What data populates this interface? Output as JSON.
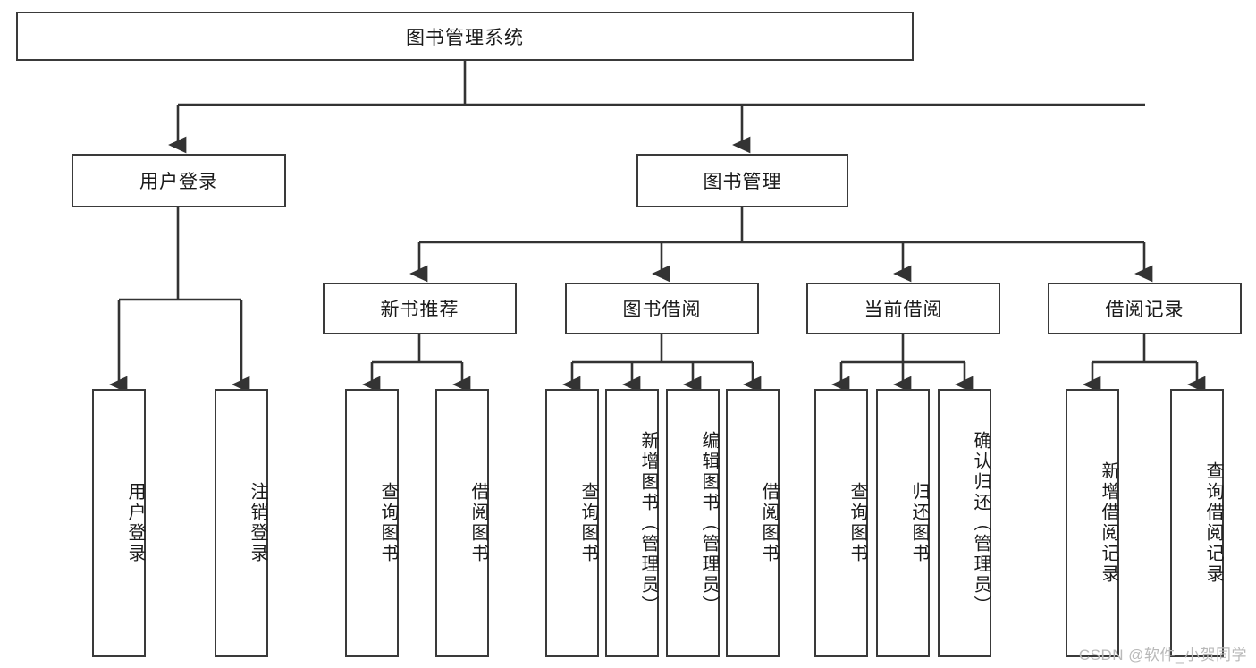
{
  "diagram": {
    "type": "tree-hierarchy",
    "title": "图书管理系统",
    "watermark": "CSDN @软件_小贺同学",
    "colors": {
      "box_border": "#3a3a3a",
      "box_fill": "#ffffff",
      "connector": "#333333",
      "text": "#1a1a1a",
      "watermark": "#b9b9b9"
    },
    "nodes": {
      "root": {
        "label": "图书管理系统",
        "level": 1
      },
      "level2": [
        {
          "id": "user-login",
          "label": "用户登录"
        },
        {
          "id": "book-management",
          "label": "图书管理"
        }
      ],
      "level3": [
        {
          "id": "new-book-recommend",
          "label": "新书推荐",
          "parent": "book-management"
        },
        {
          "id": "book-borrow",
          "label": "图书借阅",
          "parent": "book-management"
        },
        {
          "id": "current-borrow",
          "label": "当前借阅",
          "parent": "book-management"
        },
        {
          "id": "borrow-record",
          "label": "借阅记录",
          "parent": "book-management"
        }
      ],
      "leaves": [
        {
          "id": "leaf-user-login",
          "label": "用户登录",
          "parent": "user-login"
        },
        {
          "id": "leaf-logout-login",
          "label": "注销登录",
          "parent": "user-login"
        },
        {
          "id": "leaf-query-book-1",
          "label": "查询图书",
          "parent": "new-book-recommend"
        },
        {
          "id": "leaf-borrow-book-1",
          "label": "借阅图书",
          "parent": "new-book-recommend"
        },
        {
          "id": "leaf-query-book-2",
          "label": "查询图书",
          "parent": "book-borrow"
        },
        {
          "id": "leaf-add-book",
          "label": "新增图书（管理员）",
          "parent": "book-borrow"
        },
        {
          "id": "leaf-edit-book",
          "label": "编辑图书（管理员）",
          "parent": "book-borrow"
        },
        {
          "id": "leaf-borrow-book-2",
          "label": "借阅图书",
          "parent": "book-borrow"
        },
        {
          "id": "leaf-query-book-3",
          "label": "查询图书",
          "parent": "current-borrow"
        },
        {
          "id": "leaf-return-book",
          "label": "归还图书",
          "parent": "current-borrow"
        },
        {
          "id": "leaf-confirm-return",
          "label": "确认归还（管理员）",
          "parent": "current-borrow"
        },
        {
          "id": "leaf-add-borrow-record",
          "label": "新增借阅记录",
          "parent": "borrow-record"
        },
        {
          "id": "leaf-query-borrow-record",
          "label": "查询借阅记录",
          "parent": "borrow-record"
        }
      ]
    }
  }
}
